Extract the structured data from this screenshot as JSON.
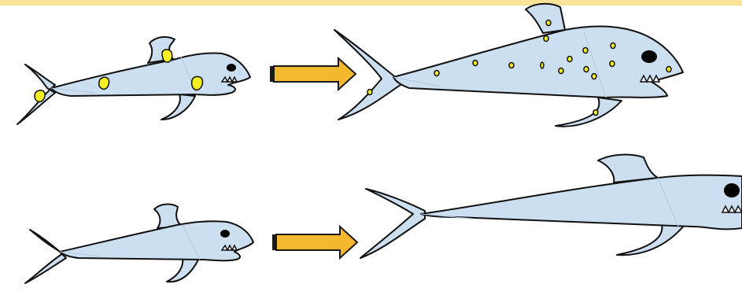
{
  "colors": {
    "top_band": "#FDE39A",
    "shark_body": "#CCDFF1",
    "shark_outline": "#111111",
    "fin_seam": "#B6C8DC",
    "spot_fill": "#F5EE21",
    "spot_outline": "#111111",
    "arrow_fill": "#F4B82F",
    "arrow_outline": "#1A1A1A",
    "eye": "#000000",
    "teeth": "#FFFFFF"
  },
  "rows": [
    {
      "before": {
        "description_icon": "small-spotted-shark-icon",
        "spot_count": 4
      },
      "arrow_icon": "right-arrow-icon",
      "after": {
        "description_icon": "large-spotted-shark-icon",
        "spot_count": 16
      }
    },
    {
      "before": {
        "description_icon": "small-plain-shark-icon",
        "spot_count": 0
      },
      "arrow_icon": "right-arrow-icon",
      "after": {
        "description_icon": "large-plain-shark-icon",
        "spot_count": 0
      }
    }
  ]
}
